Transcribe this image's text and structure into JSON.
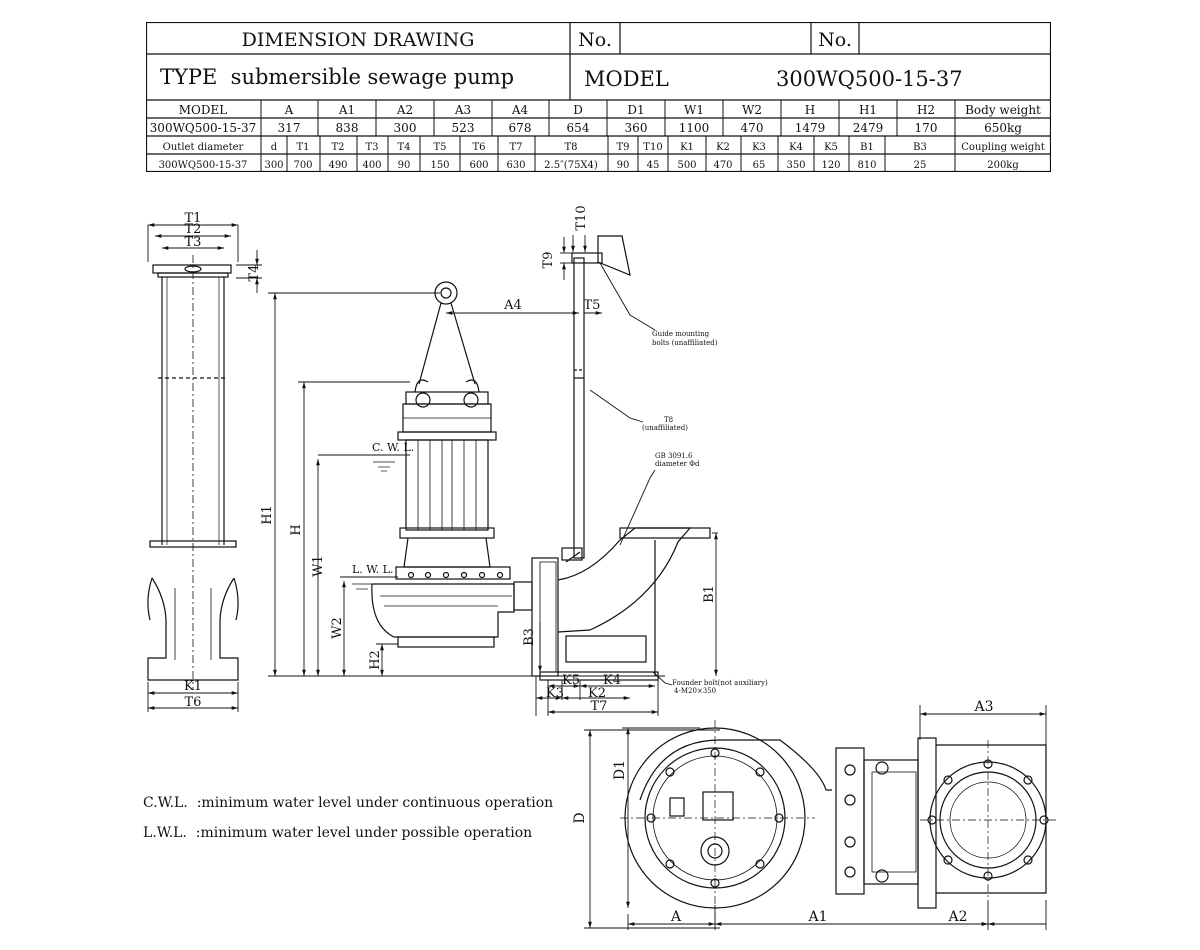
{
  "header": {
    "title": "DIMENSION DRAWING",
    "no_label_1": "No.",
    "no_label_2": "No.",
    "type_text": "TYPE  submersible sewage pump",
    "model_label": "MODEL",
    "model_value": "300WQ500-15-37"
  },
  "table1": {
    "headers": [
      "MODEL",
      "A",
      "A1",
      "A2",
      "A3",
      "A4",
      "D",
      "D1",
      "W1",
      "W2",
      "H",
      "H1",
      "H2",
      "Body weight"
    ],
    "row": [
      "300WQ500-15-37",
      "317",
      "838",
      "300",
      "523",
      "678",
      "654",
      "360",
      "1100",
      "470",
      "1479",
      "2479",
      "170",
      "650kg"
    ]
  },
  "table2": {
    "headers": [
      "Outlet diameter",
      "d",
      "T1",
      "T2",
      "T3",
      "T4",
      "T5",
      "T6",
      "T7",
      "T8",
      "T9",
      "T10",
      "K1",
      "K2",
      "K3",
      "K4",
      "K5",
      "B1",
      "B3",
      "Coupling weight"
    ],
    "row": [
      "300WQ500-15-37",
      "300",
      "700",
      "490",
      "400",
      "90",
      "150",
      "600",
      "630",
      "2.5″(75X4)",
      "90",
      "45",
      "500",
      "470",
      "65",
      "350",
      "120",
      "810",
      "25",
      "200kg"
    ]
  },
  "drawing_labels": {
    "T1": "T1",
    "T2": "T2",
    "T3": "T3",
    "T4": "T4",
    "T5": "T5",
    "T6": "T6",
    "T7": "T7",
    "T8note": "T8",
    "T8sub": "(unaffiliated)",
    "T9": "T9",
    "T10": "T10",
    "K1": "K1",
    "K2": "K2",
    "K3": "K3",
    "K4": "K4",
    "K5": "K5",
    "A": "A",
    "A1": "A1",
    "A2": "A2",
    "A3": "A3",
    "A4": "A4",
    "D": "D",
    "D1": "D1",
    "H": "H",
    "H1": "H1",
    "H2": "H2",
    "W1": "W1",
    "W2": "W2",
    "B1": "B1",
    "B3": "B3",
    "CWL": "C. W. L.",
    "LWL": "L. W. L.",
    "guide_note_1": "Guide mounting",
    "guide_note_2": "bolts (unaffiliated)",
    "pipe_note_1": "GB 3091.6",
    "pipe_note_2": "diameter Φd",
    "founder_note_1": "Founder bolt(not auxiliary)",
    "founder_note_2": "4-M20×350"
  },
  "legend": {
    "cwl": "C.W.L.  :minimum water level under continuous operation",
    "lwl": "L.W.L.  :minimum water level under possible operation"
  }
}
